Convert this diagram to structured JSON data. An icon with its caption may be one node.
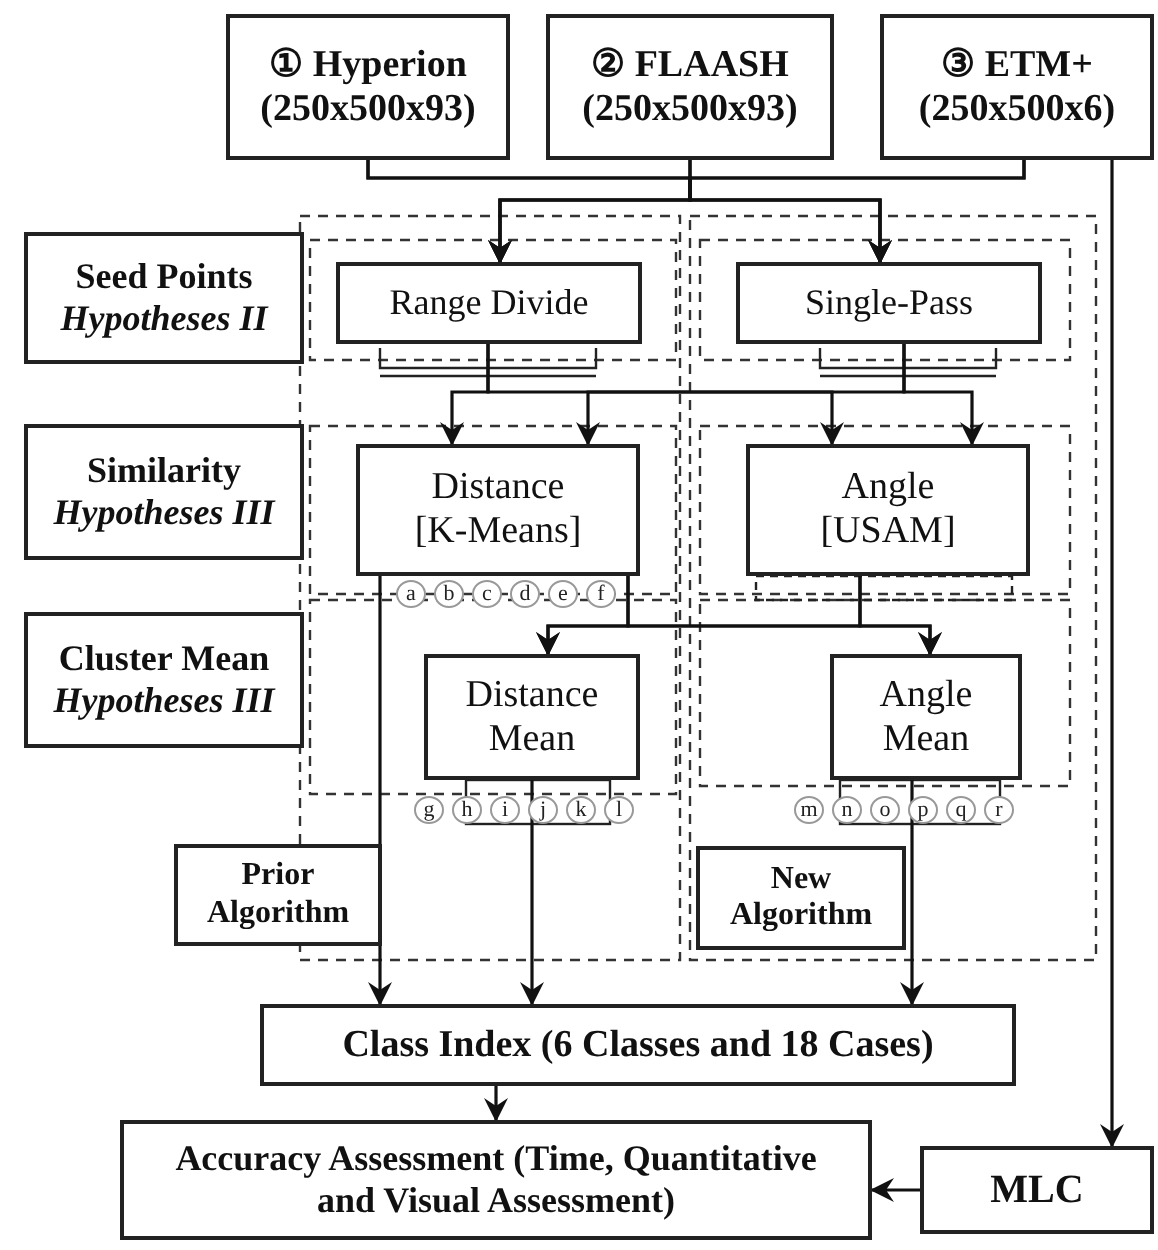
{
  "diagram": {
    "nodes": [
      {
        "text": [
          "① Hyperion",
          "(250x500x93)"
        ]
      },
      {
        "text": [
          "② FLAASH",
          "(250x500x93)"
        ]
      },
      {
        "text": [
          "③ ETM+",
          "(250x500x6)"
        ]
      },
      {
        "text": [
          "Seed Points",
          "Hypotheses II"
        ]
      },
      {
        "text": [
          "Range Divide"
        ]
      },
      {
        "text": [
          "Single-Pass"
        ]
      },
      {
        "text": [
          "Similarity",
          "Hypotheses III"
        ]
      },
      {
        "text": [
          "Distance [K-Means]"
        ]
      },
      {
        "text": [
          "Angle [USAM]"
        ]
      },
      {
        "text": [
          "Cluster Mean",
          "Hypotheses III"
        ]
      },
      {
        "text": [
          "Distance Mean"
        ]
      },
      {
        "text": [
          "Angle Mean"
        ]
      },
      {
        "text": [
          "Prior Algorithm"
        ]
      },
      {
        "text": [
          "New Algorithm"
        ]
      },
      {
        "text": [
          "Class Index (6 Classes and 18 Cases)"
        ]
      },
      {
        "text": [
          "Accuracy Assessment (Time, Quantitative and Visual Assessment)"
        ]
      },
      {
        "text": [
          "MLC"
        ]
      }
    ],
    "edges": [
      {
        "from": 0,
        "to": 4,
        "arrow": "to"
      },
      {
        "from": 0,
        "to": 5,
        "arrow": "to"
      },
      {
        "from": 1,
        "to": 4,
        "arrow": "to"
      },
      {
        "from": 1,
        "to": 5,
        "arrow": "to"
      },
      {
        "from": 2,
        "to": 4,
        "arrow": "to"
      },
      {
        "from": 2,
        "to": 5,
        "arrow": "to"
      },
      {
        "from": 2,
        "to": 16,
        "arrow": "to"
      },
      {
        "from": 4,
        "to": 7,
        "arrow": "to"
      },
      {
        "from": 4,
        "to": 8,
        "arrow": "to"
      },
      {
        "from": 5,
        "to": 7,
        "arrow": "to"
      },
      {
        "from": 5,
        "to": 8,
        "arrow": "to"
      },
      {
        "from": 7,
        "to": 10,
        "arrow": "to"
      },
      {
        "from": 7,
        "to": 11,
        "arrow": "to"
      },
      {
        "from": 8,
        "to": 10,
        "arrow": "to"
      },
      {
        "from": 8,
        "to": 11,
        "arrow": "to"
      },
      {
        "from": 7,
        "to": 14,
        "arrow": "to"
      },
      {
        "from": 10,
        "to": 14,
        "arrow": "to"
      },
      {
        "from": 11,
        "to": 14,
        "arrow": "to"
      },
      {
        "from": 14,
        "to": 15,
        "arrow": "to"
      },
      {
        "from": 16,
        "to": 15,
        "arrow": "to"
      }
    ],
    "labels": [
      "a",
      "b",
      "c",
      "d",
      "e",
      "f",
      "g",
      "h",
      "i",
      "j",
      "k",
      "l",
      "m",
      "n",
      "o",
      "p",
      "q",
      "r"
    ]
  }
}
